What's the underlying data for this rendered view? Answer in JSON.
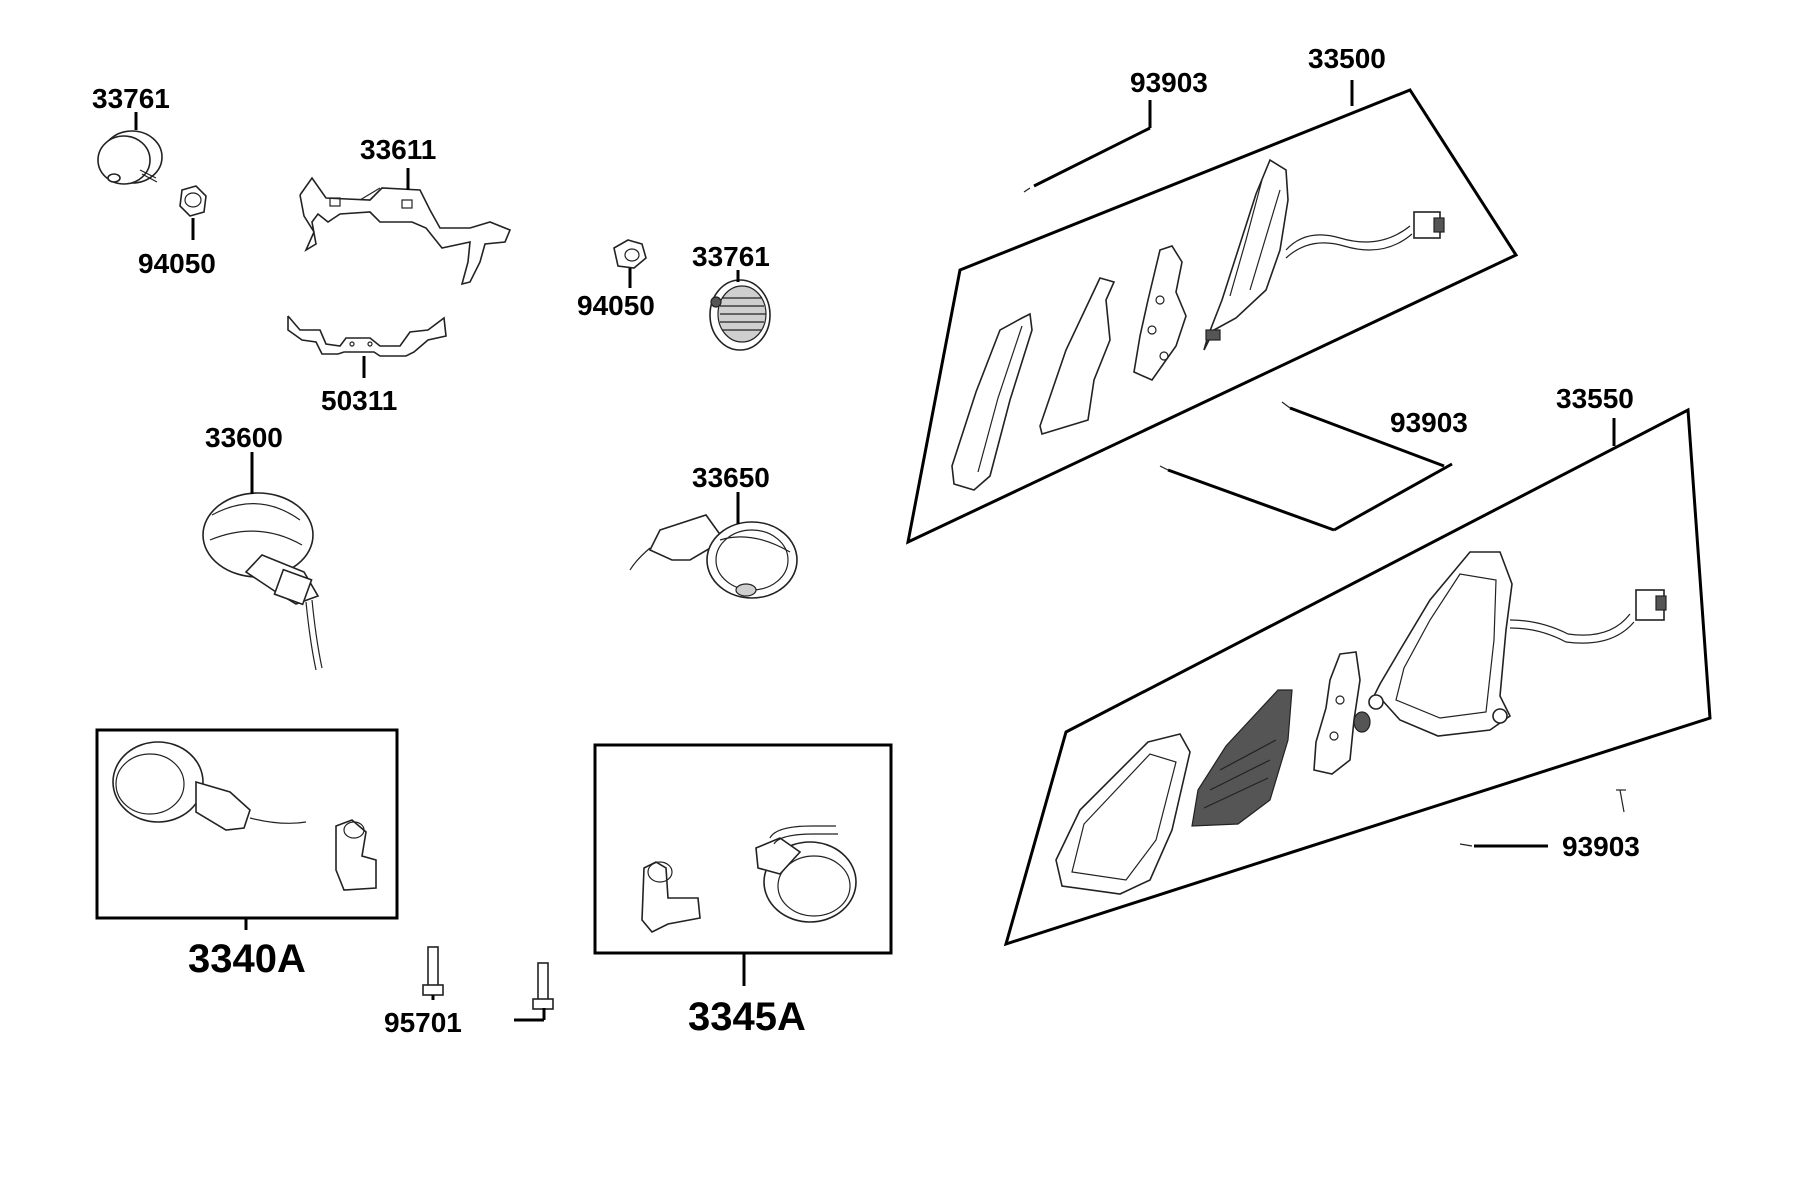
{
  "labels": {
    "p33761_top": "33761",
    "p94050_left": "94050",
    "p33611": "33611",
    "p50311": "50311",
    "p94050_mid": "94050",
    "p33761_mid": "33761",
    "p33600": "33600",
    "p33650": "33650",
    "p93903_top": "93903",
    "p33500": "33500",
    "p93903_mid": "93903",
    "p33550": "33550",
    "p93903_bottom": "93903",
    "p3340A": "3340A",
    "p95701": "95701",
    "p3345A": "3345A"
  }
}
